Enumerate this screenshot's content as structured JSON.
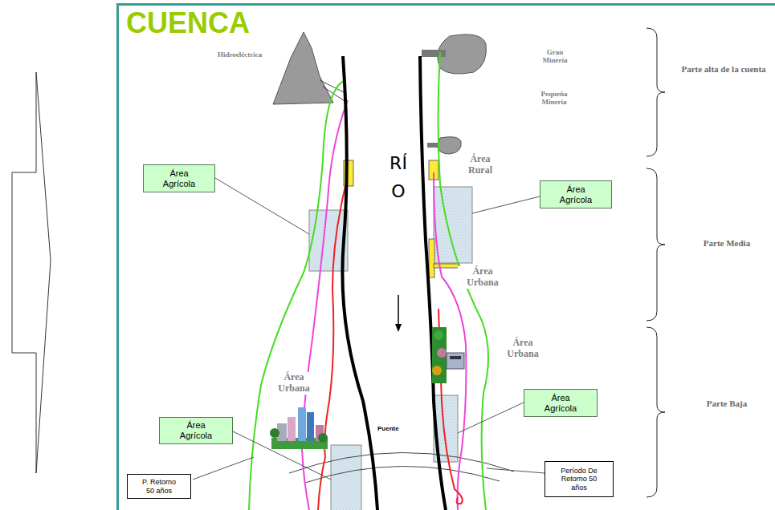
{
  "diagram": {
    "title": "CUENCA",
    "nodes": [
      {
        "text": [
          "Área Agrícola"
        ]
      },
      {
        "text": [
          "Área Agrícola"
        ]
      },
      {
        "text": [
          "Área Agrícola"
        ]
      },
      {
        "text": [
          "Área Agrícola"
        ]
      },
      {
        "text": [
          "Período De Retorno 50 años"
        ]
      },
      {
        "text": [
          "P. Retorno 50 años"
        ]
      }
    ],
    "labels": [
      "Hidroeléctrica",
      "Gran Minería",
      "Pequeña Minería",
      "Área Rural",
      "Área Urbana",
      "Área Urbana",
      "Área Urbana",
      "RÍO",
      "Puente",
      "Parte alta de la cuenta",
      "Parte Media",
      "Parte Baja"
    ]
  }
}
